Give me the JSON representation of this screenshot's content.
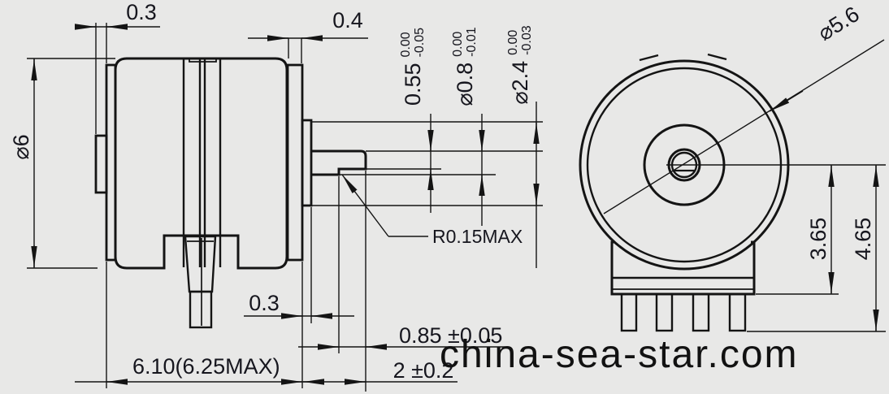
{
  "meta": {
    "title": "Motor outline dimension drawing",
    "colors": {
      "background": "#e8e8e7",
      "line": "#141414",
      "text": "#16161e"
    }
  },
  "watermark": "china-sea-star.com",
  "side_view": {
    "dim_front_tab": "0.3",
    "dim_rear_plate": "0.4",
    "dim_body_diameter": "⌀6",
    "dim_shaft_flat": {
      "value": "0.55",
      "tol_upper": "0.00",
      "tol_lower": "-0.05"
    },
    "dim_shaft_diameter": {
      "value": "⌀0.8",
      "tol_upper": "0.00",
      "tol_lower": "-0.01"
    },
    "dim_boss_diameter": {
      "value": "⌀2.4",
      "tol_upper": "0.00",
      "tol_lower": "-0.03"
    },
    "dim_fillet": "R0.15MAX",
    "dim_boss_protrusion": "0.3",
    "dim_flat_length": "0.85 ±0.05",
    "dim_body_length": "6.10(6.25MAX)",
    "dim_shaft_length": "2 ±0.2"
  },
  "front_view": {
    "dim_outer_diameter": "⌀5.6",
    "dim_center_to_base": "3.65",
    "dim_center_to_pin_end": "4.65"
  }
}
